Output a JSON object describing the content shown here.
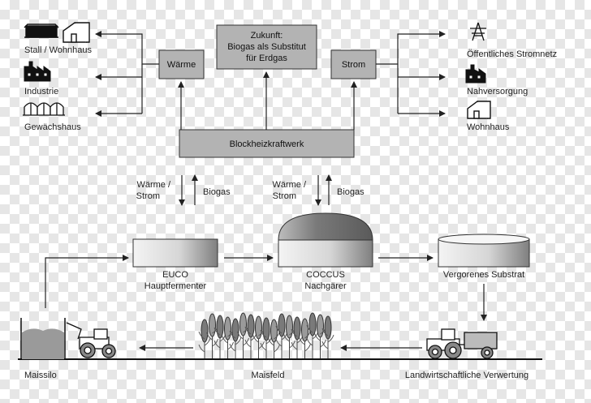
{
  "boxes": {
    "waerme": "Wärme",
    "zukunft": [
      "Zukunft:",
      "Biogas als Substitut",
      "für Erdgas"
    ],
    "strom": "Strom",
    "bhkw": "Blockheizkraftwerk"
  },
  "consumers_left": {
    "stall": "Stall / Wohnhaus",
    "industrie": "Industrie",
    "gewaechshaus": "Gewächshaus"
  },
  "consumers_right": {
    "stromnetz": "Öffentliches Stromnetz",
    "nahversorgung": "Nahversorgung",
    "wohnhaus": "Wohnhaus"
  },
  "flows": {
    "left_waerme_strom": [
      "Wärme /",
      "Strom"
    ],
    "left_biogas": "Biogas",
    "mid_waerme_strom": [
      "Wärme /",
      "Strom"
    ],
    "mid_biogas": "Biogas"
  },
  "tanks": {
    "euco": [
      "EUCO",
      "Hauptfermenter"
    ],
    "coccus": [
      "COCCUS",
      "Nachgärer"
    ],
    "substrat": "Vergorenes Substrat"
  },
  "ground": {
    "maissilo": "Maissilo",
    "maisfeld": "Maisfeld",
    "verwertung": "Landwirtschaftliche Verwertung"
  },
  "colors": {
    "box_fill": "#b3b3b3",
    "line": "#222222",
    "tank_light": "#f2f2f2",
    "tank_dark": "#8c8c8c"
  }
}
